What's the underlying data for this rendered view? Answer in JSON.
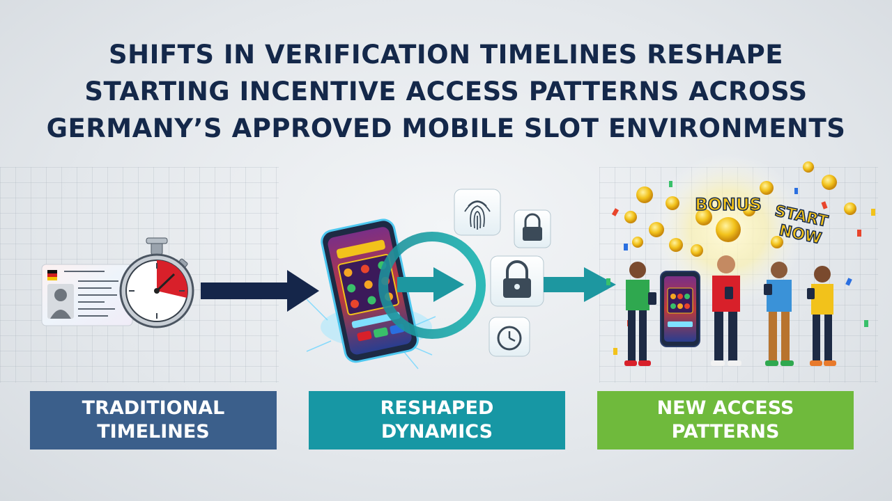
{
  "title": {
    "line1": "SHIFTS IN VERIFICATION TIMELINES RESHAPE",
    "line2": "STARTING INCENTIVE ACCESS PATTERNS ACROSS",
    "line3": "GERMANY’S APPROVED MOBILE SLOT ENVIRONMENTS"
  },
  "stages": [
    {
      "line1": "TRADITIONAL",
      "line2": "TIMELINES",
      "color": "#3b5f8b"
    },
    {
      "line1": "RESHAPED",
      "line2": "DYNAMICS",
      "color": "#1797a4"
    },
    {
      "line1": "NEW ACCESS",
      "line2": "PATTERNS",
      "color": "#6fba3c"
    }
  ],
  "illustration": {
    "bonus_text": "BONUS",
    "start_now_line1": "START",
    "start_now_line2": "NOW",
    "icons": [
      "id-card-icon",
      "stopwatch-icon",
      "arrow-icon",
      "smartphone-slot-icon",
      "fingerprint-icon",
      "lock-icon",
      "clock-icon",
      "coin-icon",
      "people-group"
    ]
  }
}
